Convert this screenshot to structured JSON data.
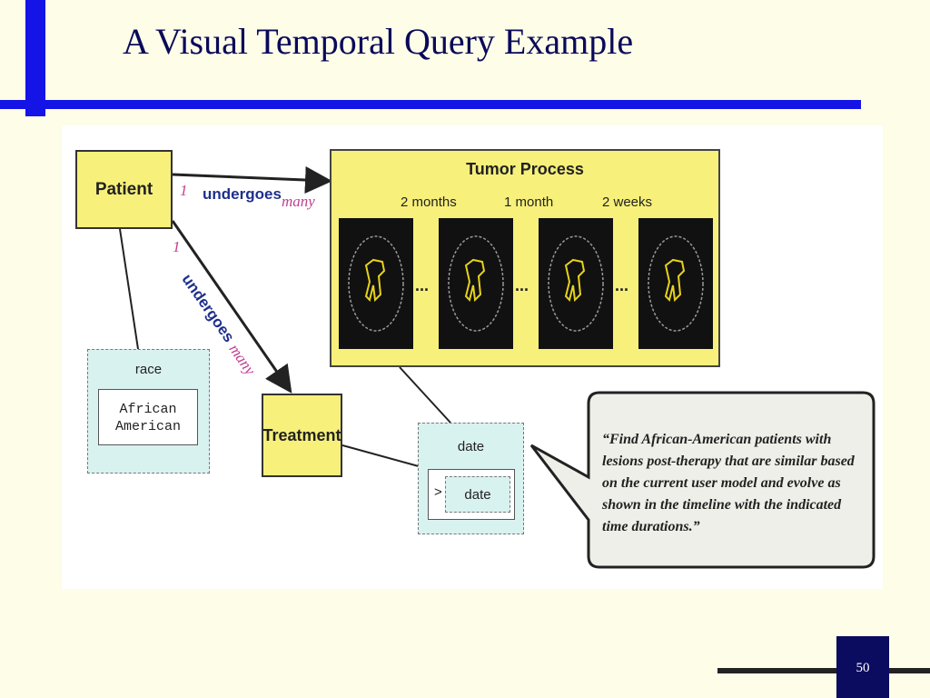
{
  "slide": {
    "title": "A Visual Temporal Query Example",
    "page_number": "50"
  },
  "diagram": {
    "patient_label": "Patient",
    "treatment_label": "Treatment",
    "tumor_process": {
      "title": "Tumor Process",
      "intervals": [
        "2 months",
        "1 month",
        "2 weeks"
      ],
      "ellipsis": "..."
    },
    "relations": {
      "top": {
        "label": "undergoes",
        "source_cardinality": "1",
        "target_cardinality": "many"
      },
      "diagonal": {
        "label": "undergoes",
        "source_cardinality": "1",
        "target_cardinality": "many"
      }
    },
    "race_attribute": {
      "label": "race",
      "value": "African\nAmerican"
    },
    "date_attribute": {
      "label": "date",
      "operator": ">",
      "value": "date"
    },
    "query_text": "“Find African-American patients with lesions post-therapy that are similar based on the current user model and evolve as shown in the timeline with the indicated time durations.”"
  },
  "colors": {
    "accent_blue": "#1414e6",
    "entity_yellow": "#f7f07a",
    "attribute_cyan": "#d8f2f0",
    "cardinality_magenta": "#c23f90",
    "relation_blue": "#1e2f8c"
  }
}
